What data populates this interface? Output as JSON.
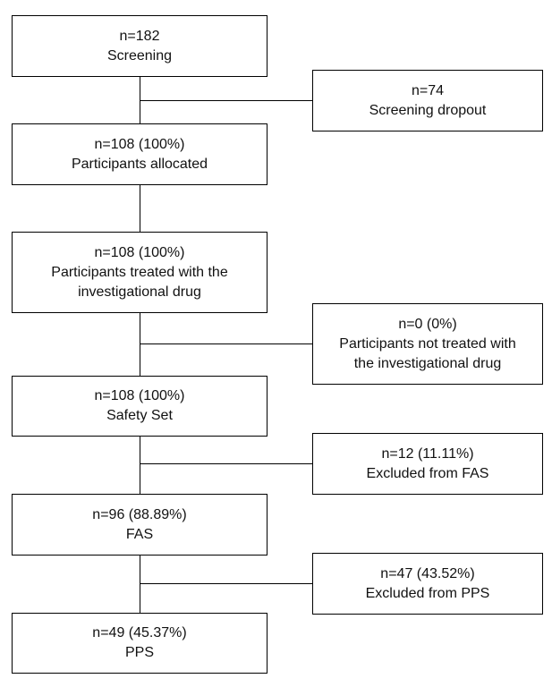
{
  "flow": {
    "main": [
      {
        "id": "screening",
        "lines": [
          "n=182",
          "Screening"
        ]
      },
      {
        "id": "allocated",
        "lines": [
          "n=108 (100%)",
          "Participants allocated"
        ]
      },
      {
        "id": "treated",
        "lines": [
          "n=108 (100%)",
          "Participants treated with the",
          "investigational drug"
        ]
      },
      {
        "id": "safety-set",
        "lines": [
          "n=108 (100%)",
          "Safety Set"
        ]
      },
      {
        "id": "fas",
        "lines": [
          "n=96 (88.89%)",
          "FAS"
        ]
      },
      {
        "id": "pps",
        "lines": [
          "n=49 (45.37%)",
          "PPS"
        ]
      }
    ],
    "side": [
      {
        "id": "screening-dropout",
        "lines": [
          "n=74",
          "Screening dropout"
        ]
      },
      {
        "id": "not-treated",
        "lines": [
          "n=0 (0%)",
          "Participants not treated with",
          "the investigational drug"
        ]
      },
      {
        "id": "excluded-fas",
        "lines": [
          "n=12 (11.11%)",
          "Excluded from FAS"
        ]
      },
      {
        "id": "excluded-pps",
        "lines": [
          "n=47 (43.52%)",
          "Excluded from PPS"
        ]
      }
    ]
  }
}
